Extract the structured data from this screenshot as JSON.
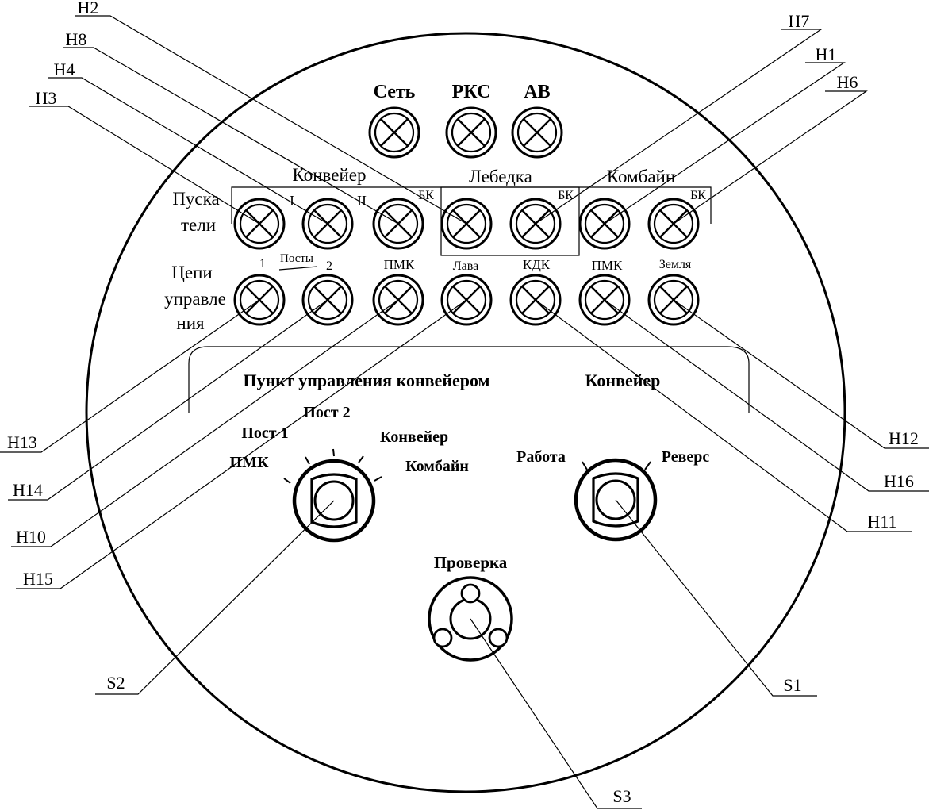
{
  "top_labels": {
    "set": "Сеть",
    "rks": "РКС",
    "av": "АВ"
  },
  "groups": {
    "conveyor": "Конвейер",
    "winch": "Лебедка",
    "combine": "Комбайн",
    "bk1": "БК",
    "bk2": "БК",
    "bk3": "БК",
    "num_1": "I",
    "num_2": "II"
  },
  "row_labels": {
    "starters_1": "Пуска",
    "starters_2": "тели",
    "circuits_1": "Цепи",
    "circuits_2": "управле",
    "circuits_3": "ния"
  },
  "row2_labels": {
    "p1": "1",
    "posty": "Посты",
    "p2": "2",
    "pmk1": "ПМК",
    "lava": "Лава",
    "kdk": "КДК",
    "pmk2": "ПМК",
    "zemlya": "Земля"
  },
  "section_labels": {
    "control_point": "Пункт управления конвейером",
    "conveyor": "Конвейер"
  },
  "s2_positions": {
    "post2": "Пост 2",
    "post1": "Пост 1",
    "pmk": "ПМК",
    "conveyor": "Конвейер",
    "combine": "Комбайн"
  },
  "s1_positions": {
    "work": "Работа",
    "reverse": "Реверс"
  },
  "s3_label": "Проверка",
  "callouts": {
    "h1": "H1",
    "h2": "H2",
    "h3": "H3",
    "h4": "H4",
    "h6": "H6",
    "h7": "H7",
    "h8": "H8",
    "h10": "H10",
    "h11": "H11",
    "h12": "H12",
    "h13": "H13",
    "h14": "H14",
    "h15": "H15",
    "h16": "H16",
    "s1": "S1",
    "s2": "S2",
    "s3": "S3"
  }
}
